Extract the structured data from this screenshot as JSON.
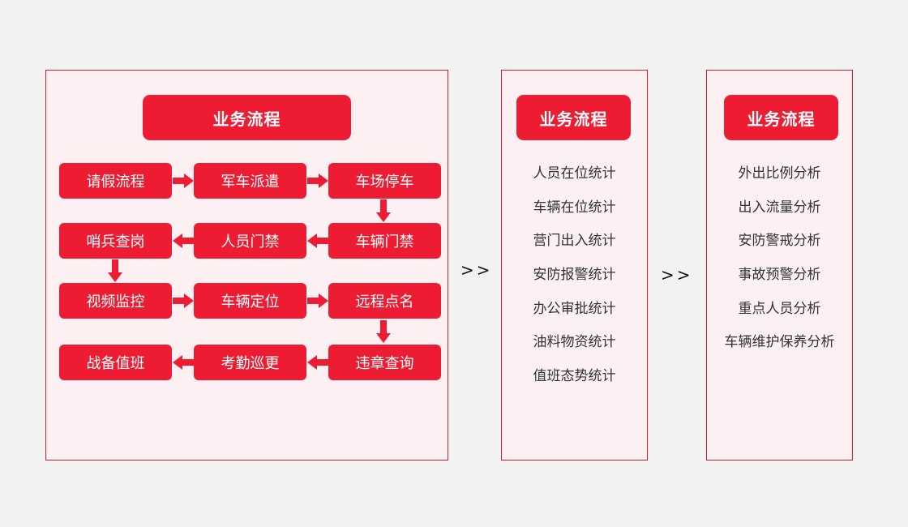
{
  "panels": {
    "flow": {
      "title": "业务流程",
      "steps": [
        "请假流程",
        "军车派遣",
        "车场停车",
        "车辆门禁",
        "人员门禁",
        "哨兵查岗",
        "视频监控",
        "车辆定位",
        "远程点名",
        "违章查询",
        "考勤巡更",
        "战备值班"
      ]
    },
    "stats": {
      "title": "业务流程",
      "items": [
        "人员在位统计",
        "车辆在位统计",
        "营门出入统计",
        "安防报警统计",
        "办公审批统计",
        "油料物资统计",
        "值班态势统计"
      ]
    },
    "analysis": {
      "title": "业务流程",
      "items": [
        "外出比例分析",
        "出入流量分析",
        "安防警戒分析",
        "事故预警分析",
        "重点人员分析",
        "车辆维护保养分析"
      ]
    }
  },
  "separators": {
    "first": ">>",
    "second": ">>"
  },
  "colors": {
    "accent": "#ee1c32",
    "panel_bg": "#fdf0f2",
    "border": "#c9202e"
  }
}
